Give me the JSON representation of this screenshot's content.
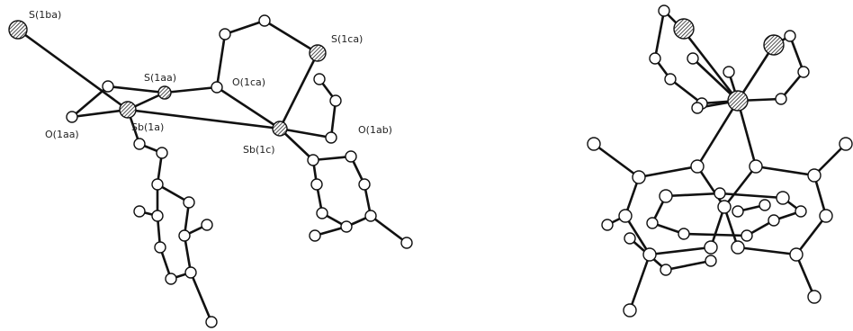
{
  "labels": {
    "s_1ba": "S(1ba)",
    "s_1aa": "S(1aa)",
    "s_1ca": "S(1ca)",
    "o_1ca": "O(1ca)",
    "o_1ab": "O(1ab)",
    "o_1aa": "O(1aa)",
    "sb_1a": "Sb(1a)",
    "sb_1c": "Sb(1c)"
  }
}
